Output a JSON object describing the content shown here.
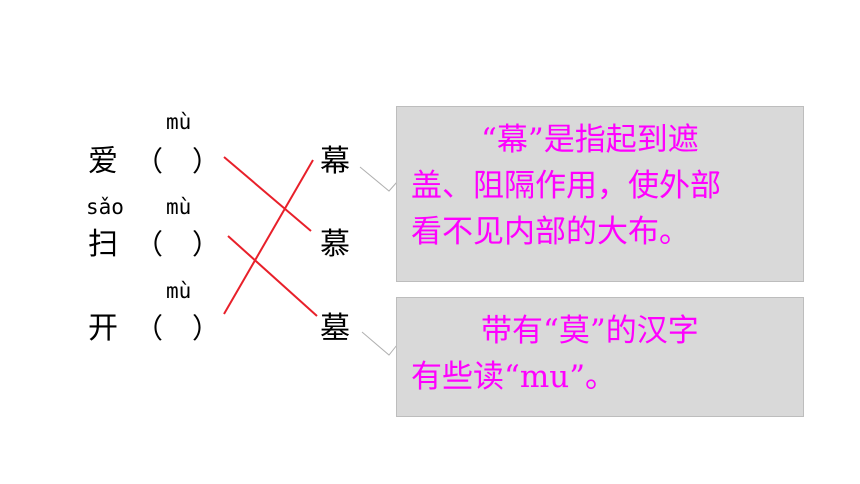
{
  "pinyin": {
    "mu1": "mù",
    "sao": "sǎo",
    "mu2": "mù",
    "mu3": "mù"
  },
  "left_words": [
    "爱",
    "扫",
    "开"
  ],
  "paren_open": "（",
  "paren_close": "）",
  "right_chars": [
    "幕",
    "慕",
    "墓"
  ],
  "callout_top": {
    "line1": "“幕”是指起到遮",
    "line2": "盖、阻隔作用，使外部",
    "line3": "看不见内部的大布。"
  },
  "callout_bottom": {
    "line1": "带有“莫”的汉字",
    "line2": "有些读“mu”。"
  },
  "colors": {
    "line": "#e8202a",
    "callout_text": "#ff00ff",
    "callout_bg": "#d9d9d9"
  }
}
